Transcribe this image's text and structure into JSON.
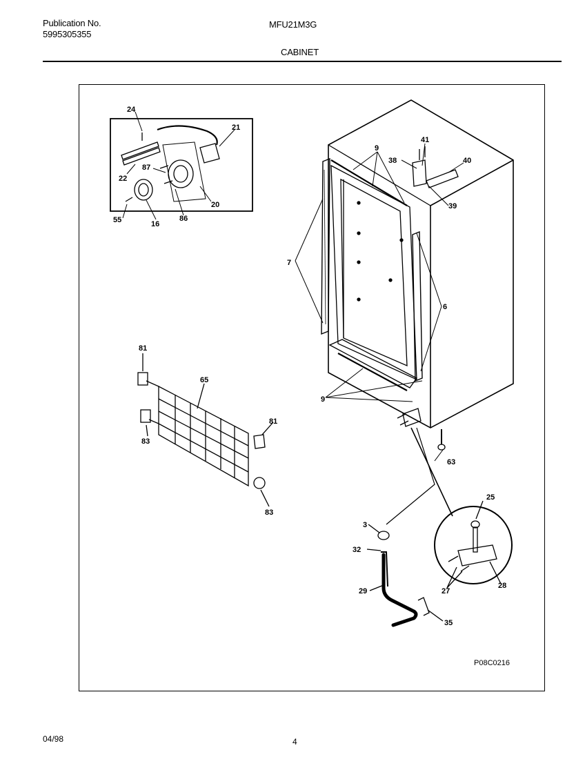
{
  "header": {
    "publication_label": "Publication No.",
    "publication_number": "5995305355",
    "model": "MFU21M3G",
    "section": "CABINET"
  },
  "diagram": {
    "part_labels": {
      "p24": "24",
      "p21": "21",
      "p87": "87",
      "p22": "22",
      "p20": "20",
      "p55": "55",
      "p16": "16",
      "p86": "86",
      "p9a": "9",
      "p41": "41",
      "p38": "38",
      "p40": "40",
      "p39": "39",
      "p7": "7",
      "p6": "6",
      "p9b": "9",
      "p81a": "81",
      "p65": "65",
      "p81b": "81",
      "p83a": "83",
      "p83b": "83",
      "p63": "63",
      "p25": "25",
      "p3": "3",
      "p32": "32",
      "p29": "29",
      "p27": "27",
      "p28": "28",
      "p35": "35"
    },
    "drawing_code": "P08C0216"
  },
  "footer": {
    "date": "04/98",
    "page": "4"
  }
}
